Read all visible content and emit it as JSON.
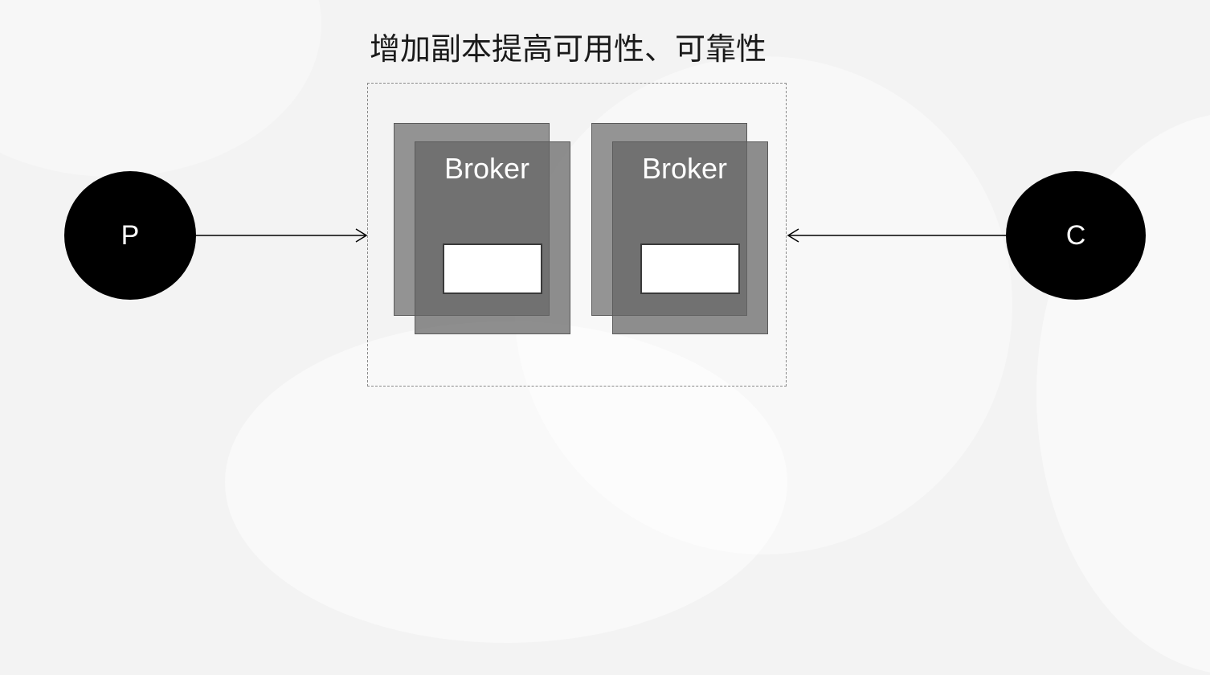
{
  "title": "增加副本提高可用性、可靠性",
  "producer": {
    "label": "P"
  },
  "consumer": {
    "label": "C"
  },
  "brokers": [
    {
      "label": "Broker"
    },
    {
      "label": "Broker"
    }
  ],
  "colors": {
    "background": "#f3f3f3",
    "node_fill": "#000000",
    "broker_fill": "#646464",
    "queue_fill": "#ffffff"
  }
}
